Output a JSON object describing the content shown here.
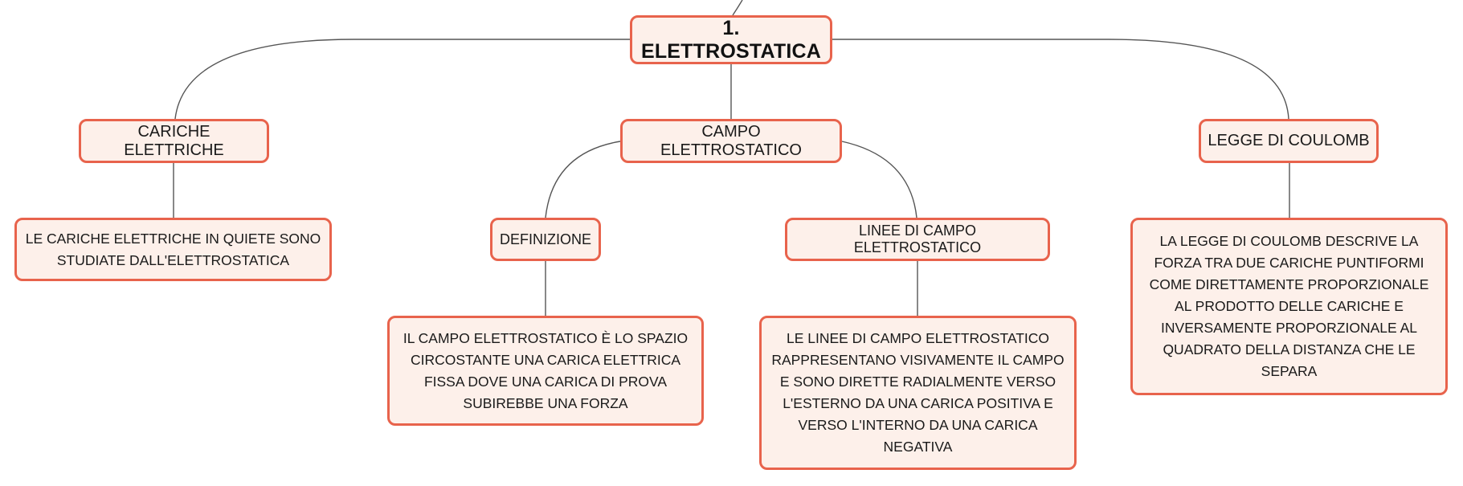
{
  "diagram": {
    "type": "mind-map",
    "colors": {
      "node_border": "#e8634c",
      "node_fill": "#fdf0ea",
      "connector": "#555555",
      "text": "#1a1a1a"
    },
    "root": {
      "label": "1. ELETTROSTATICA"
    },
    "topics": {
      "cariche": {
        "label": "CARICHE ELETTRICHE",
        "detail": "LE CARICHE ELETTRICHE IN QUIETE SONO STUDIATE DALL'ELETTROSTATICA"
      },
      "campo": {
        "label": "CAMPO ELETTROSTATICO",
        "definizione": {
          "label": "DEFINIZIONE",
          "detail": "IL CAMPO ELETTROSTATICO È LO SPAZIO CIRCOSTANTE UNA CARICA ELETTRICA FISSA DOVE UNA CARICA DI PROVA SUBIREBBE UNA FORZA"
        },
        "linee": {
          "label": "LINEE DI CAMPO ELETTROSTATICO",
          "detail": "LE LINEE DI CAMPO ELETTROSTATICO RAPPRESENTANO VISIVAMENTE IL CAMPO E SONO DIRETTE RADIALMENTE VERSO L'ESTERNO DA UNA CARICA POSITIVA E VERSO L'INTERNO DA UNA CARICA NEGATIVA"
        }
      },
      "coulomb": {
        "label": "LEGGE DI COULOMB",
        "detail": "LA LEGGE DI COULOMB DESCRIVE LA FORZA TRA DUE CARICHE PUNTIFORMI COME DIRETTAMENTE PROPORZIONALE AL PRODOTTO DELLE CARICHE E INVERSAMENTE PROPORZIONALE AL QUADRATO DELLA DISTANZA CHE LE SEPARA"
      }
    }
  }
}
